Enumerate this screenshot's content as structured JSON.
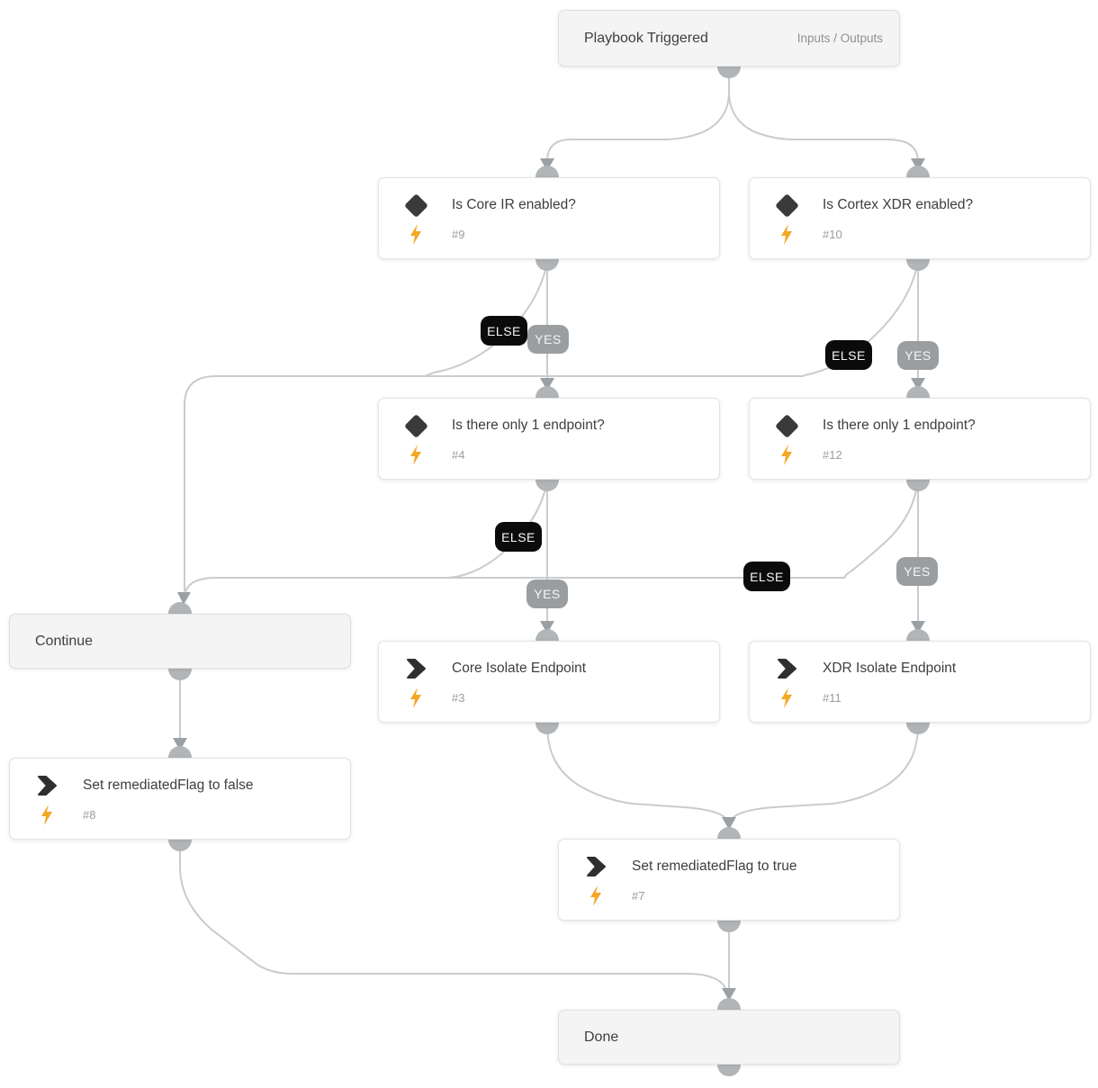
{
  "edge_labels": {
    "yes": "YES",
    "else": "ELSE"
  },
  "trigger": {
    "title": "Playbook Triggered",
    "io_label": "Inputs / Outputs"
  },
  "nodes": {
    "cond_core_ir": {
      "title": "Is Core IR enabled?",
      "task_id": "#9"
    },
    "cond_xdr": {
      "title": "Is Cortex XDR enabled?",
      "task_id": "#10"
    },
    "cond_endpoint_core": {
      "title": "Is there only 1 endpoint?",
      "task_id": "#4"
    },
    "cond_endpoint_xdr": {
      "title": "Is there only 1 endpoint?",
      "task_id": "#12"
    },
    "continue_node": {
      "title": "Continue"
    },
    "core_isolate": {
      "title": "Core Isolate Endpoint",
      "task_id": "#3"
    },
    "xdr_isolate": {
      "title": "XDR Isolate Endpoint",
      "task_id": "#11"
    },
    "set_flag_false": {
      "title": "Set remediatedFlag to false",
      "task_id": "#8"
    },
    "set_flag_true": {
      "title": "Set remediatedFlag to true",
      "task_id": "#7"
    },
    "done": {
      "title": "Done"
    }
  },
  "icons": {
    "condition": "diamond-icon",
    "task": "chevron-right-icon",
    "automation": "lightning-bolt-icon"
  },
  "colors": {
    "bolt": "#F5A623",
    "else_badge_bg": "#0B0B0B",
    "yes_badge_bg": "#9B9EA0",
    "edge": "#C9CBCC",
    "connector": "#B2B5B7",
    "arrow": "#9AA0A3"
  }
}
